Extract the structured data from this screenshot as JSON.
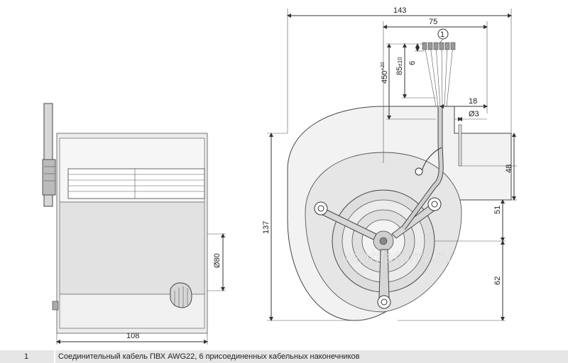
{
  "dimensions": {
    "width_total": "143",
    "width_cable_side": "75",
    "cable_length": "450",
    "cable_length_tol": "+20",
    "strip_length": "85",
    "strip_length_tol": "±10",
    "strip_end": "6",
    "offset_18": "18",
    "diameter_3": "Ø3",
    "height_48": "48",
    "height_51": "51",
    "height_62": "62",
    "height_total": "137",
    "side_width": "108",
    "diameter_80": "Ø80"
  },
  "callout": {
    "number": "1"
  },
  "watermark": "ventilatorry.ru",
  "legend": {
    "number": "1",
    "text": "Соединительный кабель ПВХ AWG22, 6 присоединенных кабельных наконечников"
  }
}
